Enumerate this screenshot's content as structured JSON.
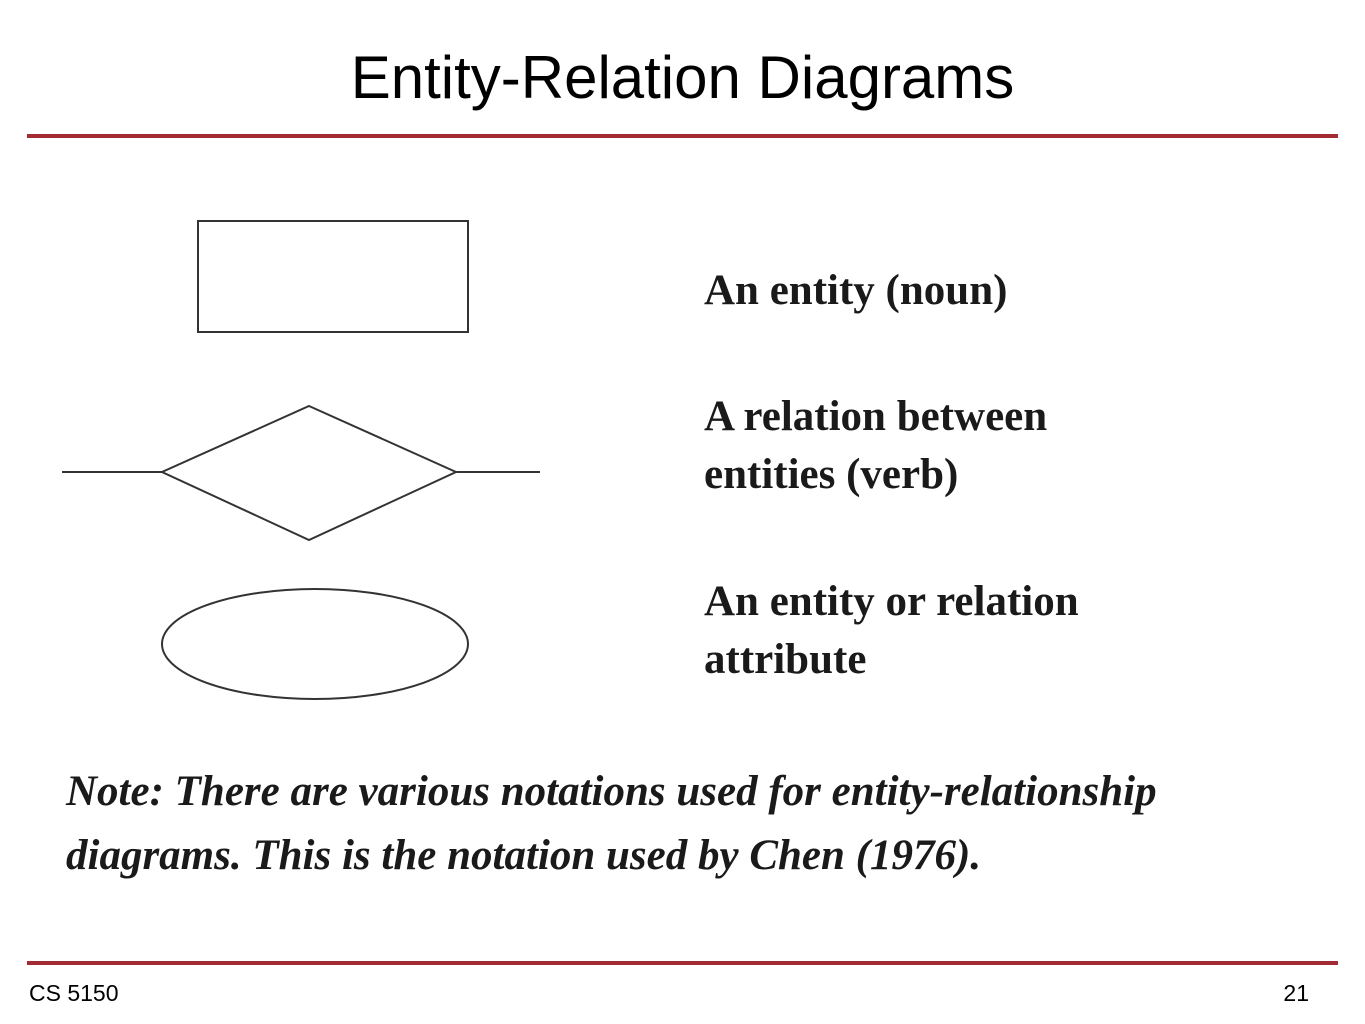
{
  "slide": {
    "title": "Entity-Relation Diagrams",
    "items": [
      {
        "lines": [
          "An entity (noun)"
        ]
      },
      {
        "lines": [
          "A relation between",
          "entities (verb)"
        ]
      },
      {
        "lines": [
          "An entity or relation",
          "attribute"
        ]
      }
    ],
    "note": {
      "lines": [
        "Note: There are various notations used for entity-relationship",
        "diagrams.  This is the notation used by Chen (1976)."
      ]
    },
    "footer": {
      "course": "CS 5150",
      "page_number": "21"
    },
    "colors": {
      "accent": "#a32b33"
    }
  }
}
